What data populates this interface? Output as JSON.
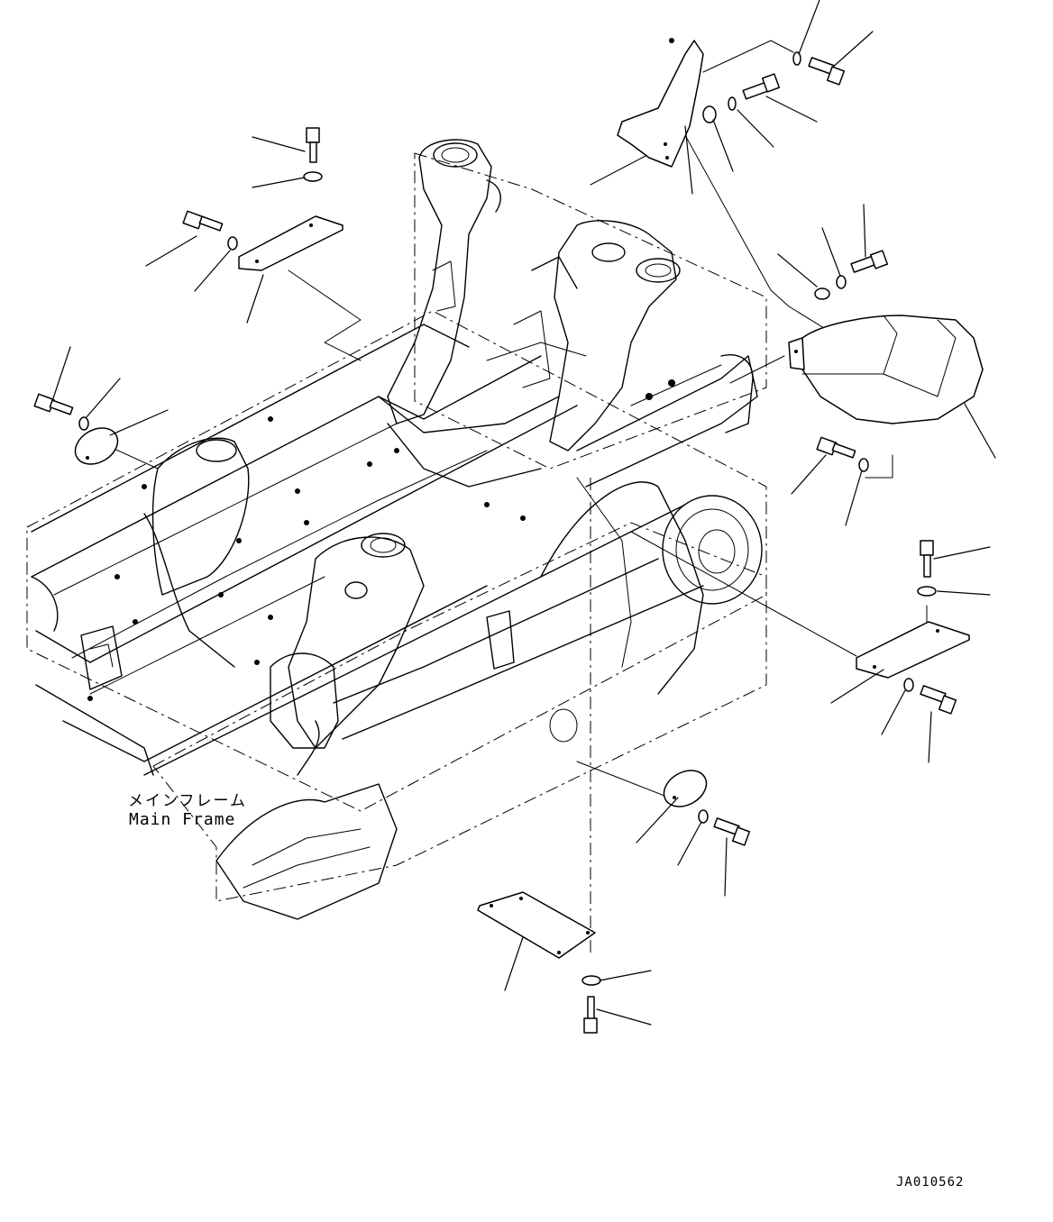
{
  "diagram": {
    "main_frame_label_jp": "メインフレーム",
    "main_frame_label_en": "Main Frame",
    "drawing_code": "JA010562"
  }
}
